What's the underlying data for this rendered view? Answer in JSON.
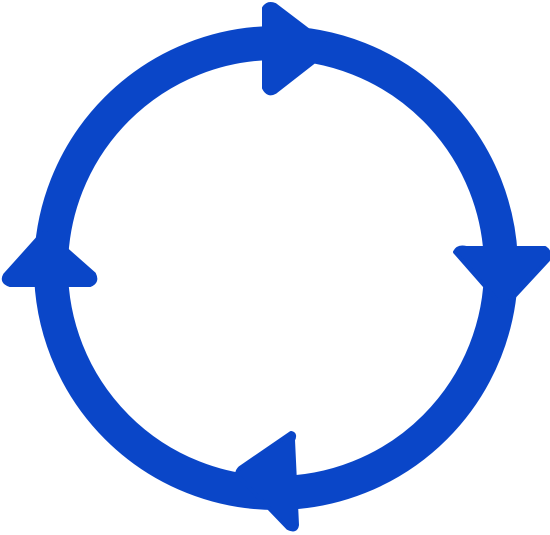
{
  "diagram": {
    "type": "cycle-arrows",
    "icon_name": "circular-arrows-icon",
    "arrow_count": 4,
    "direction": "clockwise",
    "arrow_positions": [
      "top",
      "right",
      "bottom",
      "left"
    ],
    "colors": {
      "stroke": "#0a46c8",
      "background": "#ffffff"
    }
  }
}
